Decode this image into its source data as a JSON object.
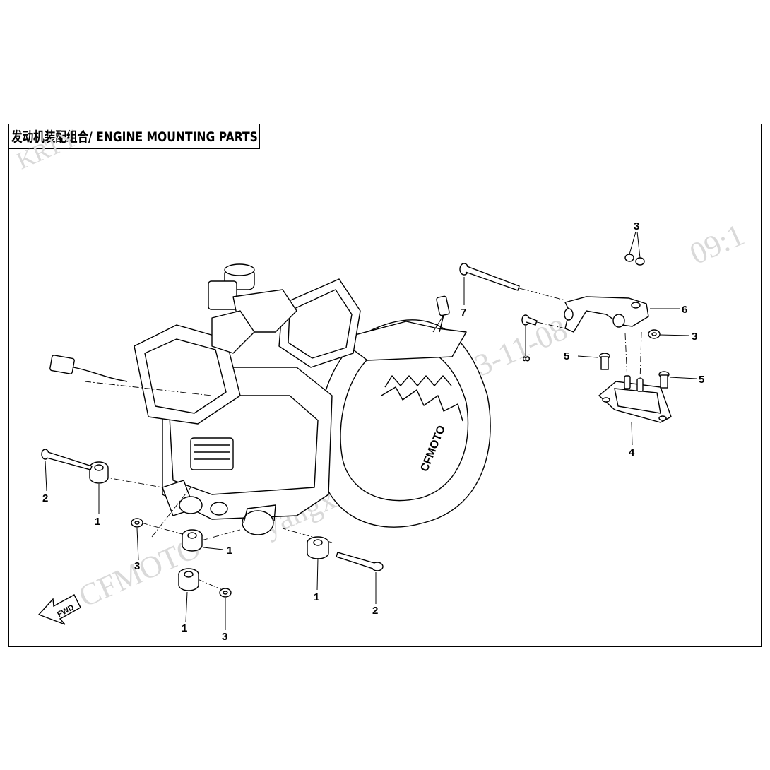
{
  "title": "发动机装配组合/ ENGINE MOUNTING PARTS",
  "watermark": {
    "brand": "CFMOTO",
    "user": "yangx",
    "date": "2023-11-08",
    "time": "09:1",
    "corner": "KRTY"
  },
  "fwd_label": "FWD",
  "logo_text": "CFMOTO",
  "callouts": [
    "1",
    "1",
    "1",
    "1",
    "1",
    "2",
    "2",
    "3",
    "3",
    "3",
    "3",
    "3",
    "4",
    "5",
    "5",
    "6",
    "7",
    "8"
  ],
  "colors": {
    "line": "#000000",
    "watermark": "#d9d9d9"
  }
}
